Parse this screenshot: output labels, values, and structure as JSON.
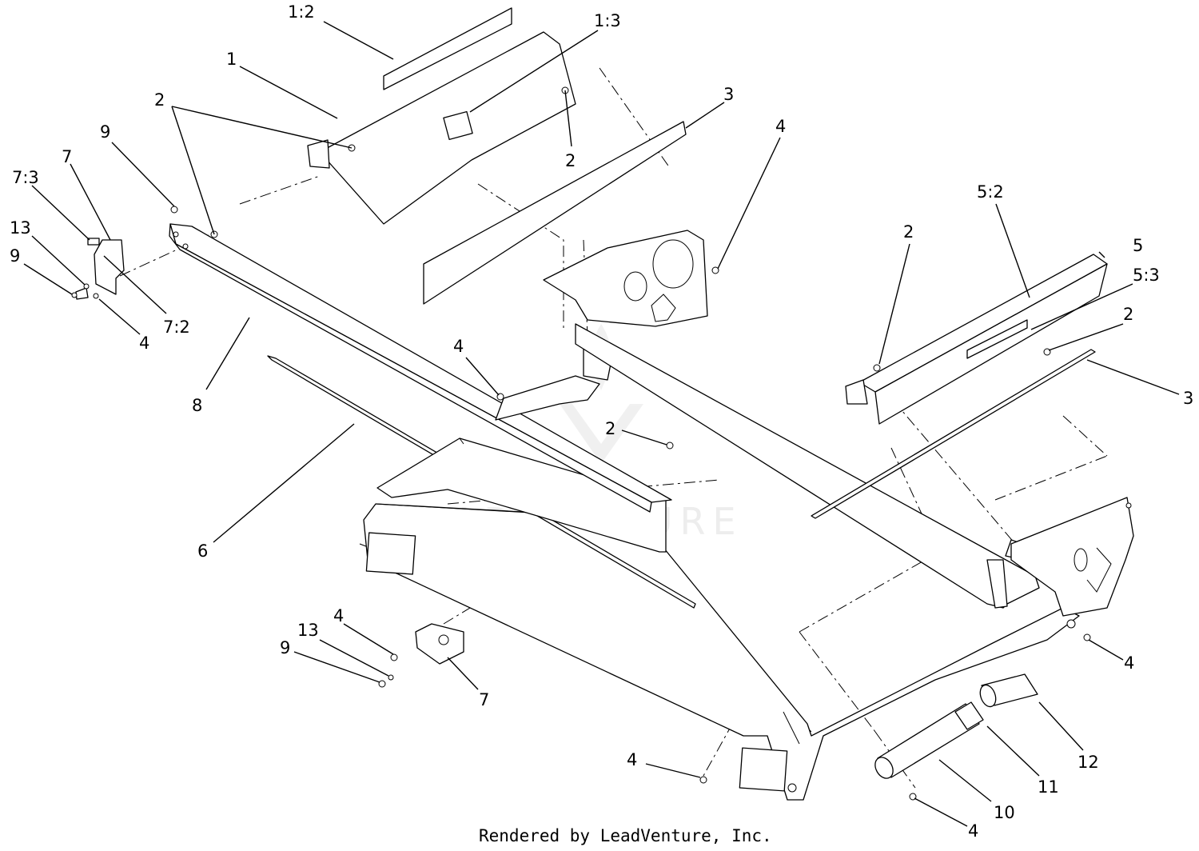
{
  "watermark": {
    "text": "LEADVENTURE"
  },
  "footer": {
    "text": "Rendered by LeadVenture, Inc."
  },
  "callouts": [
    {
      "id": "c-1-2",
      "label": "1:2"
    },
    {
      "id": "c-1-3",
      "label": "1:3"
    },
    {
      "id": "c-1",
      "label": "1"
    },
    {
      "id": "c-2-a",
      "label": "2"
    },
    {
      "id": "c-3-a",
      "label": "3"
    },
    {
      "id": "c-2-b",
      "label": "2"
    },
    {
      "id": "c-4-a",
      "label": "4"
    },
    {
      "id": "c-9-a",
      "label": "9"
    },
    {
      "id": "c-7-a",
      "label": "7"
    },
    {
      "id": "c-7-3",
      "label": "7:3"
    },
    {
      "id": "c-13-a",
      "label": "13"
    },
    {
      "id": "c-9-b",
      "label": "9"
    },
    {
      "id": "c-4-b",
      "label": "4"
    },
    {
      "id": "c-7-2",
      "label": "7:2"
    },
    {
      "id": "c-8",
      "label": "8"
    },
    {
      "id": "c-5-2",
      "label": "5:2"
    },
    {
      "id": "c-2-c",
      "label": "2"
    },
    {
      "id": "c-5",
      "label": "5"
    },
    {
      "id": "c-5-3",
      "label": "5:3"
    },
    {
      "id": "c-2-d",
      "label": "2"
    },
    {
      "id": "c-3-b",
      "label": "3"
    },
    {
      "id": "c-4-c",
      "label": "4"
    },
    {
      "id": "c-2-e",
      "label": "2"
    },
    {
      "id": "c-6",
      "label": "6"
    },
    {
      "id": "c-4-d",
      "label": "4"
    },
    {
      "id": "c-13-b",
      "label": "13"
    },
    {
      "id": "c-9-c",
      "label": "9"
    },
    {
      "id": "c-7-b",
      "label": "7"
    },
    {
      "id": "c-4-e",
      "label": "4"
    },
    {
      "id": "c-4-f",
      "label": "4"
    },
    {
      "id": "c-12",
      "label": "12"
    },
    {
      "id": "c-11",
      "label": "11"
    },
    {
      "id": "c-10",
      "label": "10"
    },
    {
      "id": "c-4-g",
      "label": "4"
    }
  ]
}
